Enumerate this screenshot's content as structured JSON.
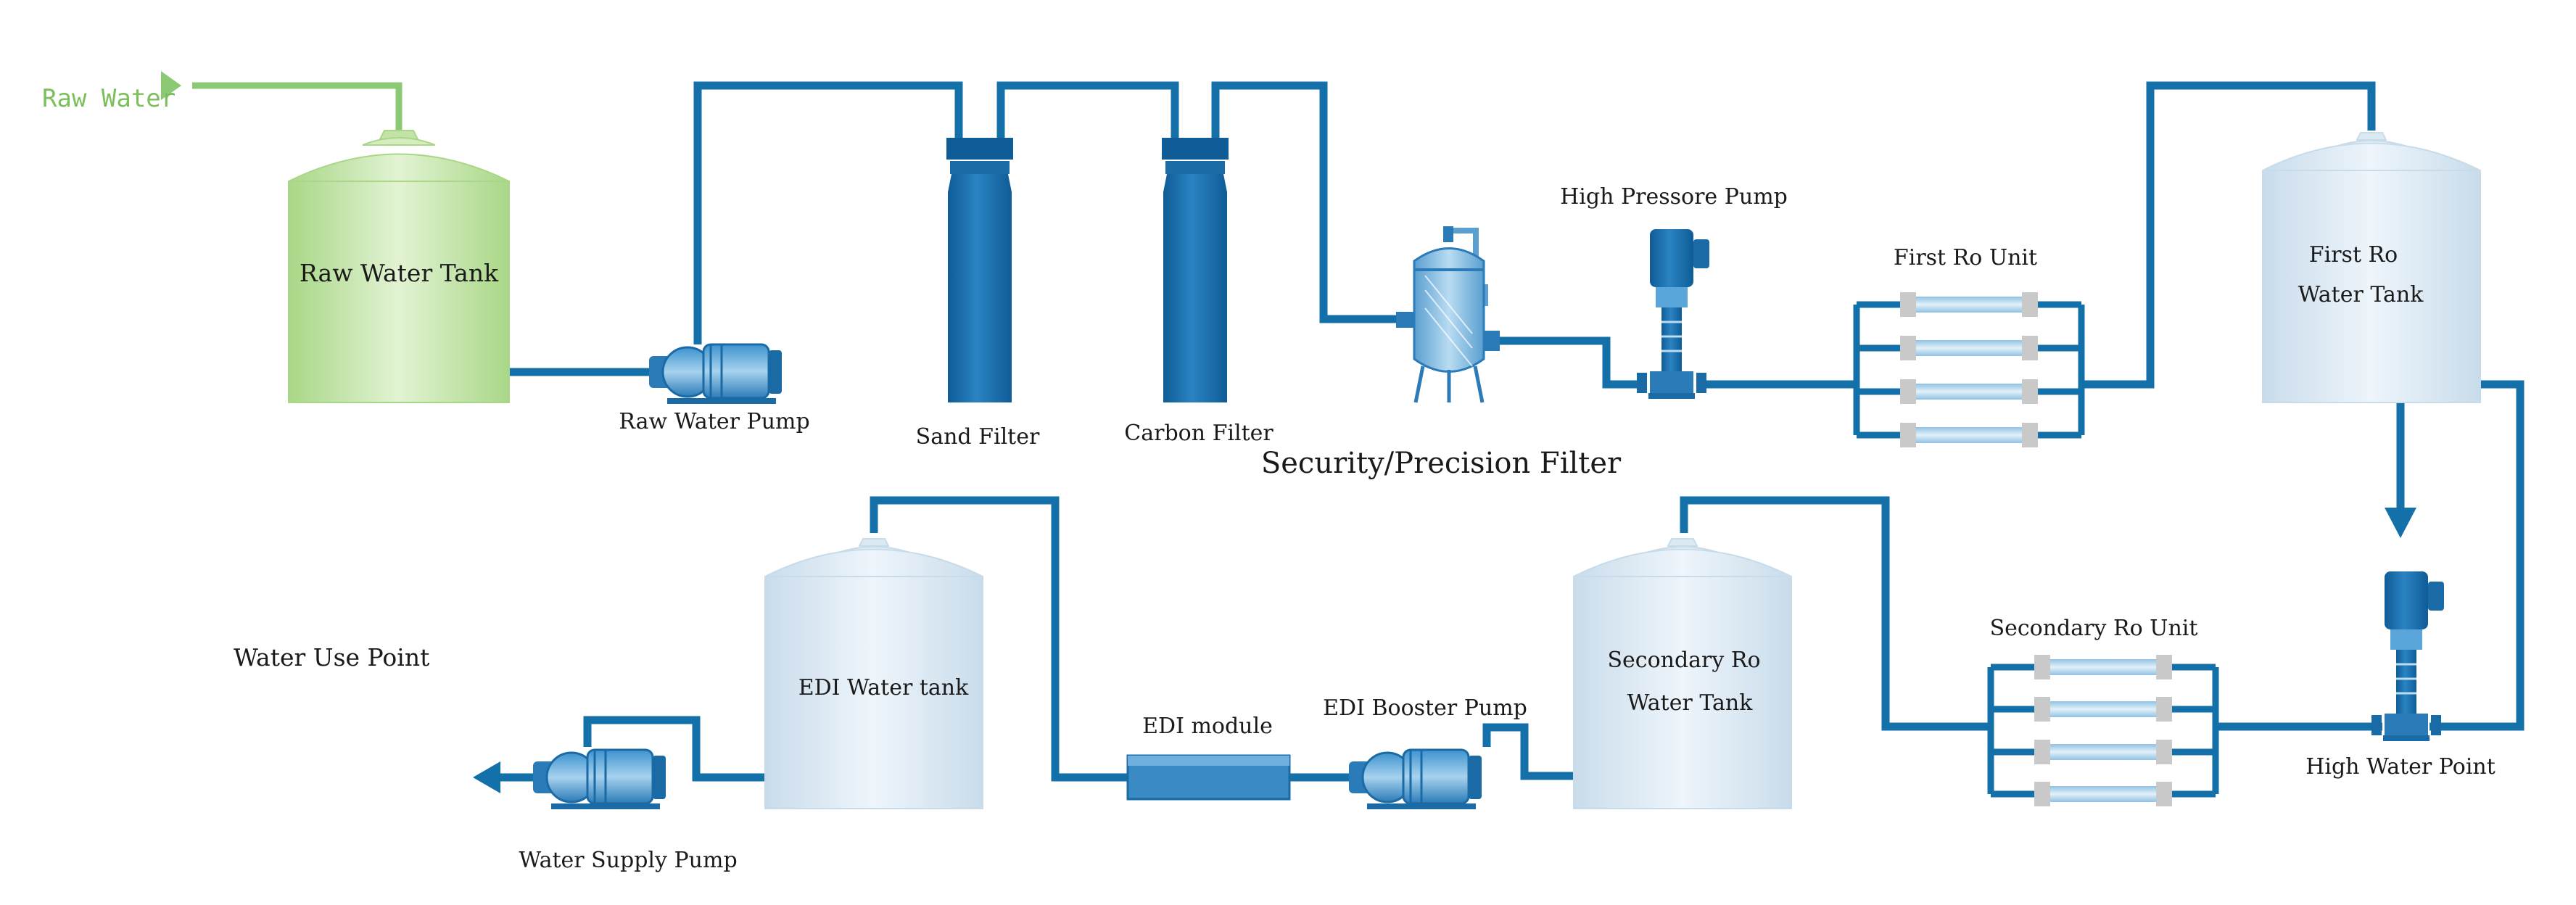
{
  "colors": {
    "pipe": "#1470a8",
    "raw_pipe": "#8cc973",
    "equipment": "#1a6aa6",
    "tank_blue": "#dbe9f3",
    "tank_green": "#c3e3a6"
  },
  "labels": {
    "raw_water": "Raw Water",
    "raw_water_tank": "Raw Water Tank",
    "raw_water_pump": "Raw Water Pump",
    "sand_filter": "Sand Filter",
    "carbon_filter": "Carbon Filter",
    "security_filter": "Security/Precision Filter",
    "high_pressure_pump": "High Pressore Pump",
    "first_ro_unit": "First Ro Unit",
    "first_ro_tank_line1": "First Ro",
    "first_ro_tank_line2": "Water Tank",
    "high_water_point": "High Water Point",
    "secondary_ro_unit": "Secondary Ro Unit",
    "secondary_ro_tank_line1": "Secondary Ro",
    "secondary_ro_tank_line2": "Water Tank",
    "edi_booster_pump": "EDI Booster Pump",
    "edi_module": "EDI module",
    "edi_water_tank": "EDI Water tank",
    "water_use_point": "Water Use Point",
    "water_supply_pump": "Water Supply Pump"
  }
}
